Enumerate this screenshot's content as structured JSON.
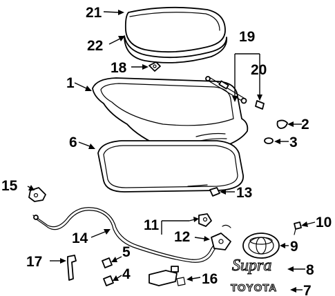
{
  "callouts": {
    "c1": "1",
    "c2": "2",
    "c3": "3",
    "c4": "4",
    "c5": "5",
    "c6": "6",
    "c7": "7",
    "c8": "8",
    "c9": "9",
    "c10": "10",
    "c11": "11",
    "c12": "12",
    "c13": "13",
    "c14": "14",
    "c15": "15",
    "c16": "16",
    "c17": "17",
    "c18": "18",
    "c19": "19",
    "c20": "20",
    "c21": "21",
    "c22": "22"
  },
  "emblems": {
    "brand_name": "TOYOTA",
    "model_script": "Supra"
  }
}
